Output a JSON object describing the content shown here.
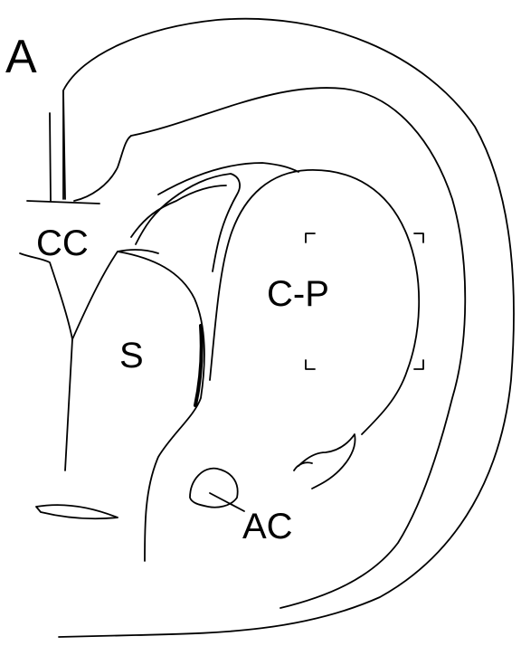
{
  "figure": {
    "panel_label": "A",
    "labels": {
      "cc": "CC",
      "cp": "C-P",
      "s": "S",
      "ac": "AC"
    }
  }
}
